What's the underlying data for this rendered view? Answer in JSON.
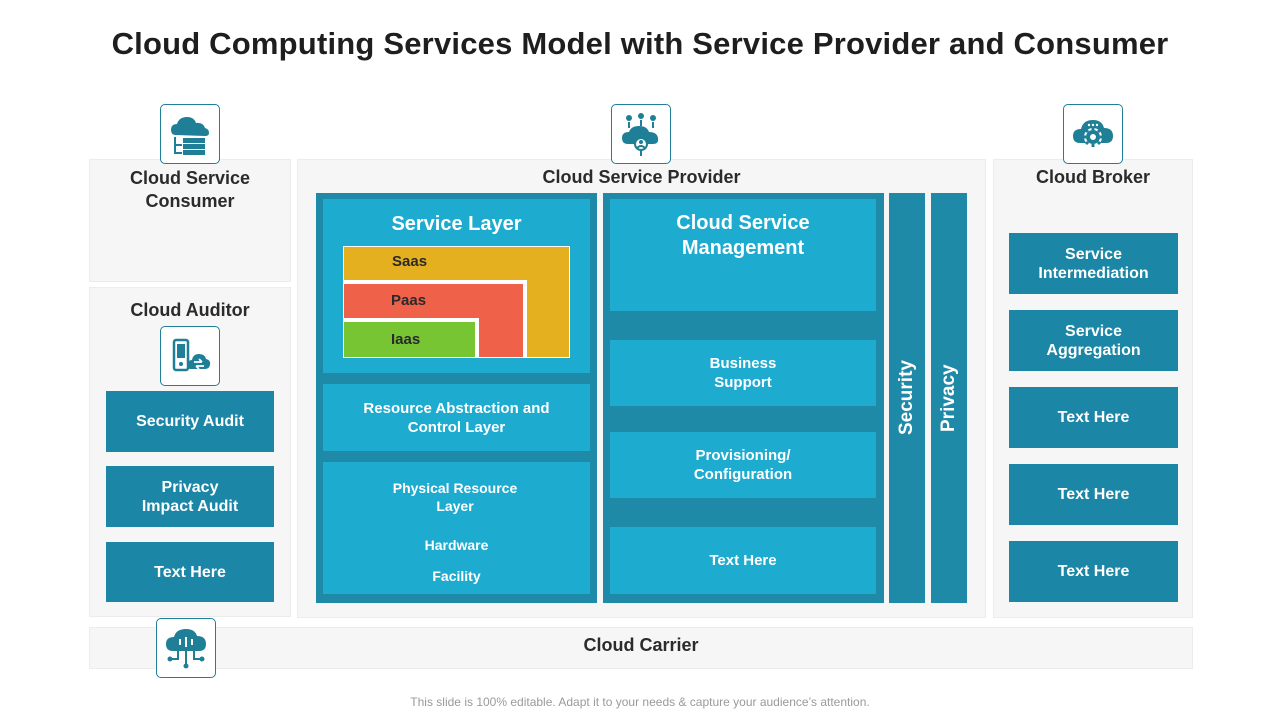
{
  "title": "Cloud Computing Services Model with Service Provider and Consumer",
  "consumer": {
    "title": "Cloud Service Consumer"
  },
  "auditor": {
    "title": "Cloud Auditor",
    "items": [
      "Security Audit",
      "Privacy Impact Audit",
      "Text Here"
    ]
  },
  "provider": {
    "title": "Cloud Service Provider",
    "service_layer": {
      "title": "Service Layer",
      "layers": [
        "Saas",
        "Paas",
        "Iaas"
      ]
    },
    "resource_abstraction": "Resource Abstraction and Control Layer",
    "physical": {
      "title": "Physical Resource Layer",
      "hardware": "Hardware",
      "facility": "Facility"
    },
    "management": {
      "title": "Cloud Service Management",
      "items": [
        "Business Support",
        "Provisioning/ Configuration",
        "Text Here"
      ]
    },
    "security": "Security",
    "privacy": "Privacy"
  },
  "broker": {
    "title": "Cloud Broker",
    "items": [
      "Service Intermediation",
      "Service Aggregation",
      "Text Here",
      "Text Here",
      "Text Here"
    ]
  },
  "carrier": {
    "title": "Cloud Carrier"
  },
  "footer": "This slide is 100% editable. Adapt it to your needs & capture your audience’s attention.",
  "colors": {
    "dark_teal": "#1b86a5",
    "light_blue": "#1eabd0",
    "saas": "#e5b01f",
    "paas": "#ef6149",
    "iaas": "#77c533",
    "icon_teal": "#1f7f96"
  },
  "icons": [
    "cloud-server-icon",
    "cloud-network-people-icon",
    "cloud-gear-icon",
    "device-sync-cloud-icon",
    "cloud-circuit-icon"
  ]
}
